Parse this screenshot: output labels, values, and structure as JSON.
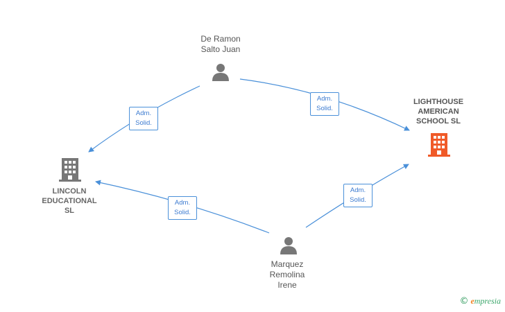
{
  "nodes": {
    "person_top": {
      "name": "De Ramon\nSalto Juan"
    },
    "person_bottom": {
      "name": "Marquez\nRemolina\nIrene"
    },
    "company_main": {
      "name": "LIGHTHOUSE\nAMERICAN\nSCHOOL  SL",
      "color": "#f05a28"
    },
    "company_left": {
      "name": "LINCOLN\nEDUCATIONAL\nSL",
      "color": "#777777"
    }
  },
  "edges": [
    {
      "label": "Adm.\nSolid."
    },
    {
      "label": "Adm.\nSolid."
    },
    {
      "label": "Adm.\nSolid."
    },
    {
      "label": "Adm.\nSolid."
    }
  ],
  "colors": {
    "edge": "#4a90d9",
    "person": "#777777"
  },
  "watermark": {
    "symbol": "©",
    "brand_initial": "e",
    "brand_rest": "mpresia"
  }
}
